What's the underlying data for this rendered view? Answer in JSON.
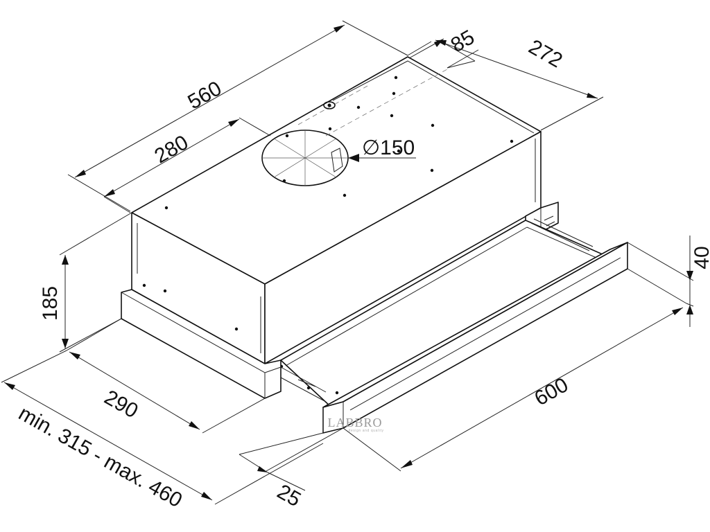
{
  "dimensions": {
    "depth_total": "560",
    "half_depth": "280",
    "rear_offset": "85",
    "width_right": "272",
    "duct_diameter": "∅150",
    "height": "185",
    "front_depth": "290",
    "range": "min. 315 - max. 460",
    "overhang": "25",
    "width": "600",
    "trim_height": "40"
  },
  "watermark": {
    "brand": "LABBRO",
    "tagline": "design and quality"
  }
}
